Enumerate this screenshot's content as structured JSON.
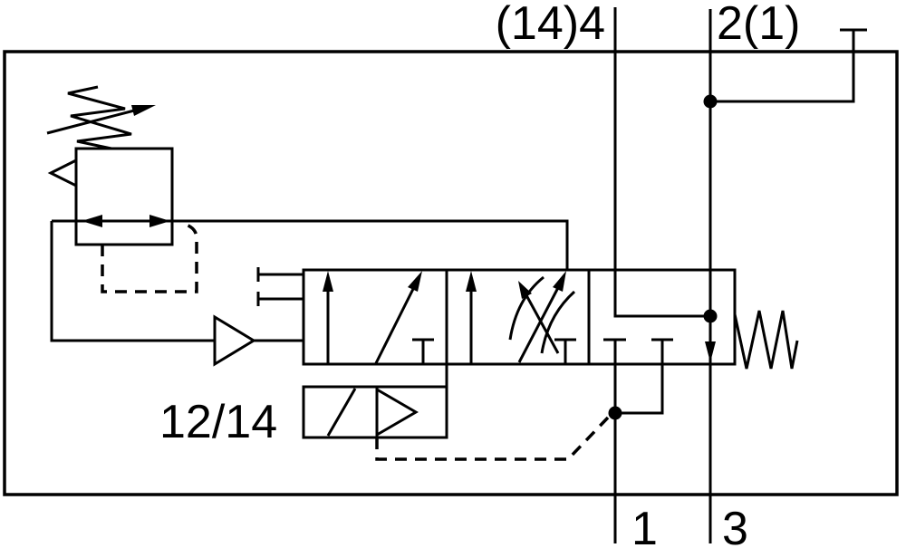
{
  "diagram": {
    "type": "pneumatic-circuit-schematic",
    "ports": {
      "top_left": "(14)4",
      "top_right": "2(1)",
      "bottom_left": "1",
      "bottom_right": "3"
    },
    "pilot_label": "12/14",
    "components": {
      "regulator": "pressure-regulator-adjustable",
      "main_valve": "3-position-valve-body",
      "pilot": "solenoid-pilot-valve",
      "spring": "spring-return",
      "throttle": "adjustable-throttle"
    },
    "colors": {
      "line": "#000000",
      "background": "#ffffff"
    }
  }
}
